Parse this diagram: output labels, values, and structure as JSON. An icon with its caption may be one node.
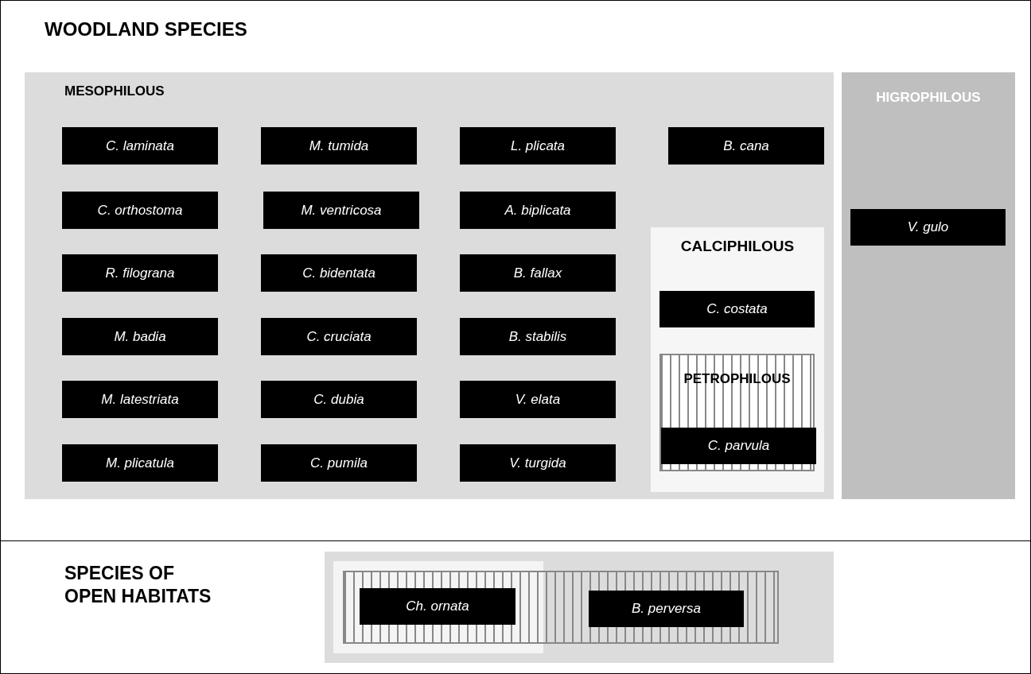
{
  "diagram": {
    "nodes": [
      {
        "text": [
          "WOODLAND SPECIES"
        ]
      },
      {
        "text": [
          "MESOPHILOUS"
        ],
        "in": 0
      },
      {
        "text": [
          "C. laminata"
        ],
        "in": 1
      },
      {
        "text": [
          "M. tumida"
        ],
        "in": 1
      },
      {
        "text": [
          "L. plicata"
        ],
        "in": 1
      },
      {
        "text": [
          "B. cana"
        ],
        "in": 1
      },
      {
        "text": [
          "C. orthostoma"
        ],
        "in": 1
      },
      {
        "text": [
          "M. ventricosa"
        ],
        "in": 1
      },
      {
        "text": [
          "A. biplicata"
        ],
        "in": 1
      },
      {
        "text": [
          "CALCIPHILOUS"
        ],
        "in": 1
      },
      {
        "text": [
          "R. filograna"
        ],
        "in": 1
      },
      {
        "text": [
          "C. bidentata"
        ],
        "in": 1
      },
      {
        "text": [
          "B. fallax"
        ],
        "in": 1
      },
      {
        "text": [
          "C. costata"
        ],
        "in": 9
      },
      {
        "text": [
          "M. badia"
        ],
        "in": 1
      },
      {
        "text": [
          "C. cruciata"
        ],
        "in": 1
      },
      {
        "text": [
          "B. stabilis"
        ],
        "in": 1
      },
      {
        "text": [
          "PETROPHILOUS"
        ],
        "in": 9
      },
      {
        "text": [
          "M. latestriata"
        ],
        "in": 1
      },
      {
        "text": [
          "C. dubia"
        ],
        "in": 1
      },
      {
        "text": [
          "V. elata"
        ],
        "in": 1
      },
      {
        "text": [
          "C. parvula"
        ],
        "in": 17
      },
      {
        "text": [
          "M. plicatula"
        ],
        "in": 1
      },
      {
        "text": [
          "C. pumila"
        ],
        "in": 1
      },
      {
        "text": [
          "V. turgida"
        ],
        "in": 1
      },
      {
        "text": [
          "HIGROPHILOUS"
        ],
        "in": 0
      },
      {
        "text": [
          "V. gulo"
        ],
        "in": 25
      },
      {
        "text": [
          "SPECIES OF OPEN HABITATS"
        ]
      },
      {
        "text": [],
        "shape": "box",
        "in": 27
      },
      {
        "text": [],
        "shape": "box",
        "in": 28
      },
      {
        "text": [],
        "shape": "box",
        "in": 28
      },
      {
        "text": [
          "Ch. ornata"
        ]
      },
      {
        "text": [
          "B. perversa"
        ],
        "in": 30
      }
    ],
    "edges": []
  }
}
